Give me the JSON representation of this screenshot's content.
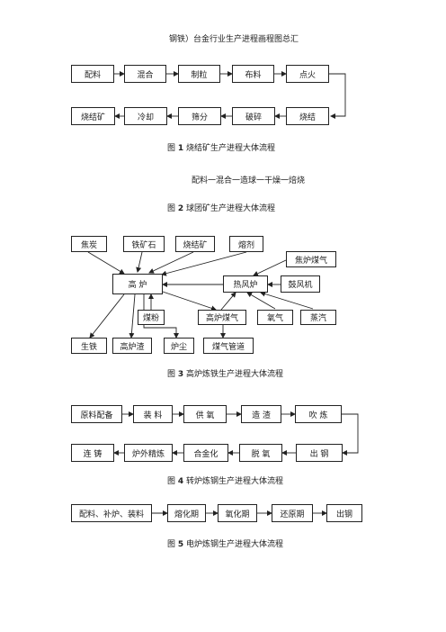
{
  "doc_title": "钢铁）台金行业生产进程画程图总汇",
  "fig1": {
    "row1": [
      "配料",
      "混合",
      "制粒",
      "布料",
      "点火"
    ],
    "row2": [
      "烧结矿",
      "冷却",
      "筛分",
      "破碎",
      "烧结"
    ],
    "caption_num": "1",
    "caption_text": "烧结矿生产进程大体流程",
    "caption_prefix": "图"
  },
  "fig2": {
    "flow": "配料一混合一造球一干燥一焙烧",
    "caption_prefix": "图",
    "caption_num": "2",
    "caption_text": "球团矿生产进程大体流程"
  },
  "fig3": {
    "inputs": [
      "焦炭",
      "铁矿石",
      "烧结矿",
      "熔剂"
    ],
    "furnace": "高  炉",
    "coke_gas": "焦炉煤气",
    "hot_stove": "热风炉",
    "blower": "鼓风机",
    "coal_powder": "煤粉",
    "bf_gas": "高炉煤气",
    "oxygen": "氧气",
    "steam": "蒸汽",
    "pig_iron": "生铁",
    "slag": "高炉渣",
    "dust": "炉尘",
    "gas_pipe": "煤气管道",
    "caption_prefix": "图",
    "caption_num": "3",
    "caption_text": "高炉炼铁生产进程大体流程"
  },
  "fig4": {
    "row1": [
      "原料配备",
      "装  料",
      "供  氧",
      "造  渣",
      "吹  炼"
    ],
    "row2": [
      "连  铸",
      "炉外精炼",
      "合金化",
      "脱  氧",
      "出  钢"
    ],
    "caption_prefix": "图",
    "caption_num": "4",
    "caption_text": "转炉炼钢生产进程大体流程"
  },
  "fig5": {
    "steps": [
      "配料、补炉、装料",
      "熔化期",
      "氧化期",
      "还原期",
      "出钢"
    ],
    "caption_prefix": "图",
    "caption_num": "5",
    "caption_text": "电炉炼钢生产进程大体流程"
  }
}
